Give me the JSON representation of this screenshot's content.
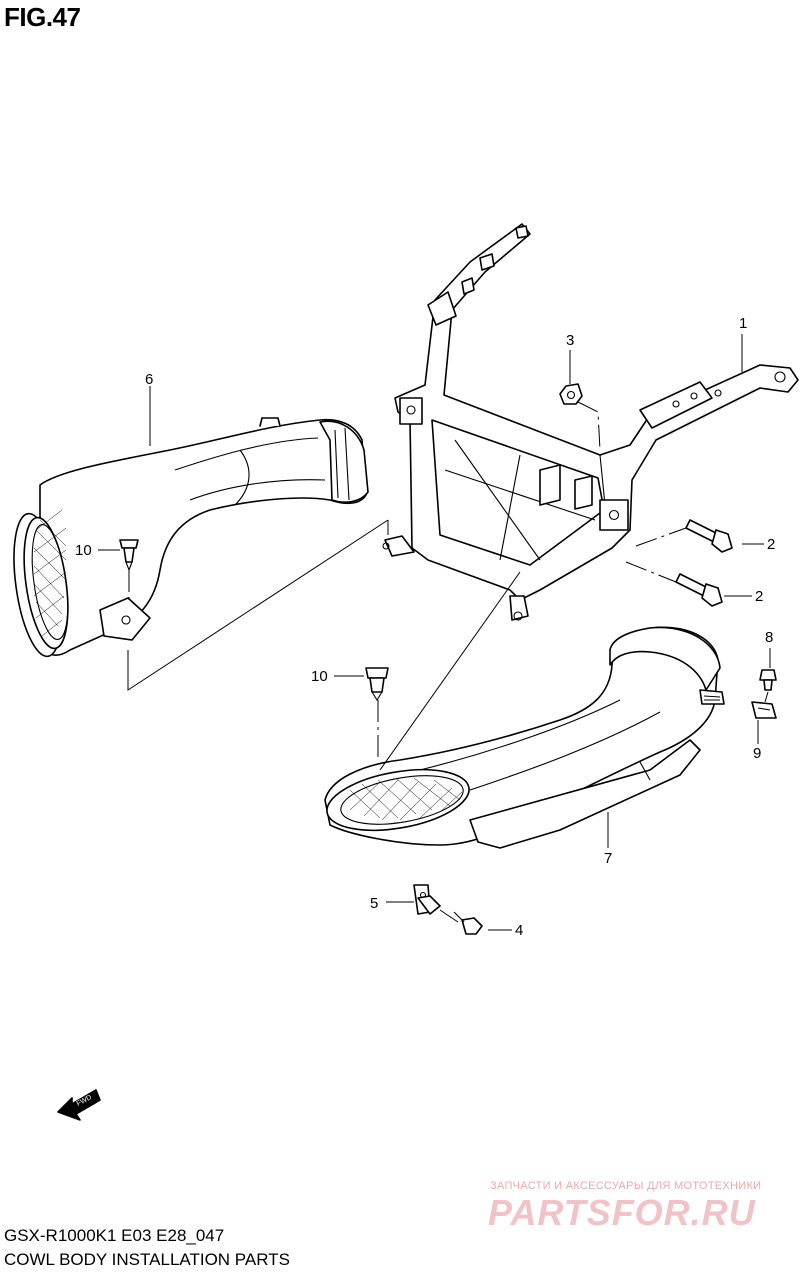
{
  "figure": {
    "title": "FIG.47"
  },
  "callouts": {
    "c1": "1",
    "c2a": "2",
    "c2b": "2",
    "c3": "3",
    "c4": "4",
    "c5": "5",
    "c6": "6",
    "c7": "7",
    "c8": "8",
    "c9": "9",
    "c10a": "10",
    "c10b": "10"
  },
  "fwd_label": "FWD",
  "watermark": {
    "tagline": "ЗАПЧАСТИ И АКСЕССУАРЫ ДЛЯ МОТОТЕХНИКИ",
    "brand": "PARTSFOR.RU"
  },
  "footer": {
    "model_code": "GSX-R1000K1 E03 E28_047",
    "section_title": "COWL BODY INSTALLATION PARTS"
  }
}
